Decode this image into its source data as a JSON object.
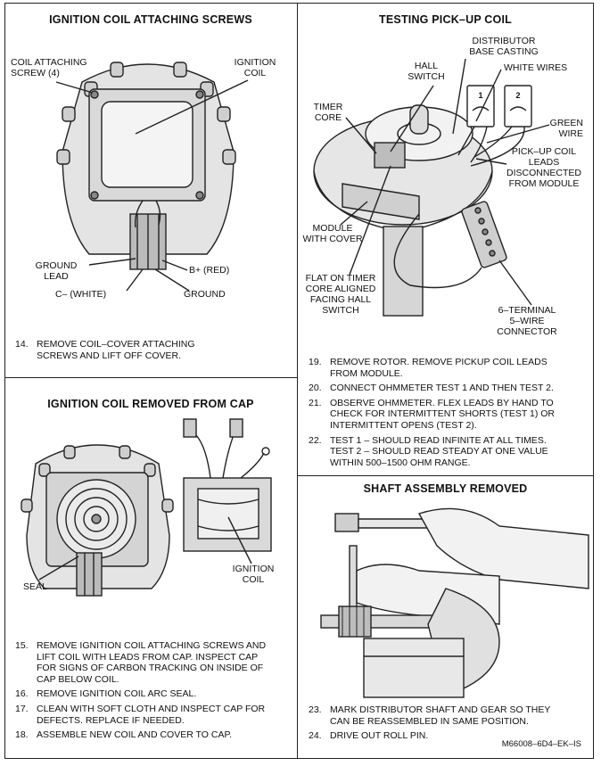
{
  "panels": {
    "coil_screws": {
      "title": "IGNITION COIL ATTACHING SCREWS",
      "labels": {
        "screws": "COIL ATTACHING\nSCREW (4)",
        "coil": "IGNITION\nCOIL",
        "ground_lead": "GROUND\nLEAD",
        "b_plus": "B+  (RED)",
        "c_minus": "C–  (WHITE)",
        "ground": "GROUND"
      },
      "steps": [
        {
          "num": "14.",
          "text": "REMOVE COIL–COVER ATTACHING\nSCREWS AND LIFT OFF COVER."
        }
      ]
    },
    "coil_removed": {
      "title": "IGNITION COIL REMOVED FROM CAP",
      "labels": {
        "seal": "SEAL",
        "coil": "IGNITION\nCOIL"
      },
      "steps": [
        {
          "num": "15.",
          "text": "REMOVE IGNITION COIL ATTACHING SCREWS AND\nLIFT COIL WITH LEADS FROM CAP. INSPECT CAP\nFOR SIGNS OF CARBON TRACKING ON INSIDE OF\nCAP BELOW COIL."
        },
        {
          "num": "16.",
          "text": "REMOVE IGNITION COIL ARC SEAL."
        },
        {
          "num": "17.",
          "text": "CLEAN WITH SOFT CLOTH AND INSPECT CAP FOR\nDEFECTS. REPLACE IF NEEDED."
        },
        {
          "num": "18.",
          "text": "ASSEMBLE NEW COIL AND COVER TO CAP."
        }
      ]
    },
    "pickup": {
      "title": "TESTING PICK–UP COIL",
      "labels": {
        "base_casting": "DISTRIBUTOR\nBASE CASTING",
        "hall_switch": "HALL\nSWITCH",
        "white_wires": "WHITE WIRES",
        "timer_core": "TIMER\nCORE",
        "green_wire": "GREEN\nWIRE",
        "pickup_leads": "PICK–UP COIL\nLEADS\nDISCONNECTED\nFROM MODULE",
        "module": "MODULE\nWITH COVER",
        "flat": "FLAT ON TIMER\nCORE ALIGNED\nFACING HALL\nSWITCH",
        "connector": "6–TERMINAL\n5–WIRE\nCONNECTOR",
        "meter1": "1",
        "meter2": "2"
      },
      "steps": [
        {
          "num": "19.",
          "text": "REMOVE ROTOR. REMOVE PICKUP COIL LEADS\nFROM MODULE."
        },
        {
          "num": "20.",
          "text": "CONNECT OHMMETER TEST 1 AND THEN TEST 2."
        },
        {
          "num": "21.",
          "text": "OBSERVE OHMMETER. FLEX LEADS BY HAND TO\nCHECK FOR INTERMITTENT SHORTS (TEST 1) OR\nINTERMITTENT OPENS (TEST 2)."
        },
        {
          "num": "22.",
          "text": "TEST 1 – SHOULD READ INFINITE AT ALL TIMES.\nTEST 2 – SHOULD READ STEADY AT ONE VALUE\nWITHIN 500–1500 OHM RANGE."
        }
      ]
    },
    "shaft": {
      "title": "SHAFT ASSEMBLY REMOVED",
      "steps": [
        {
          "num": "23.",
          "text": "MARK DISTRIBUTOR SHAFT AND GEAR SO THEY\nCAN BE REASSEMBLED IN SAME POSITION."
        },
        {
          "num": "24.",
          "text": "DRIVE OUT ROLL PIN."
        }
      ]
    }
  },
  "figure_code": "M66008–6D4–EK–IS"
}
